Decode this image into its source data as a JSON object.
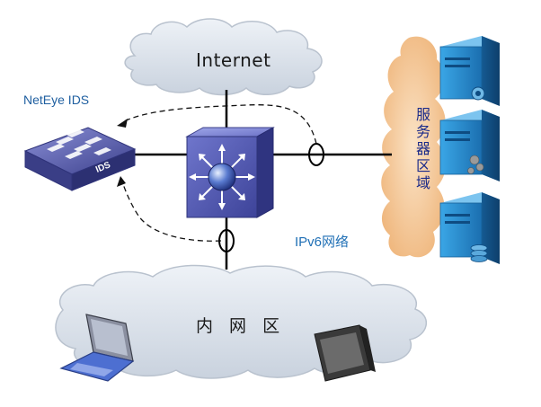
{
  "labels": {
    "internet": "Internet",
    "ids": "NetEye IDS",
    "ipv6": "IPv6网络",
    "intranet": "内 网 区",
    "server_zone": "服务器区域",
    "ids_device_text": "IDS"
  },
  "colors": {
    "cloud_fill": "#dce3ec",
    "server_zone_fill": "#f3c79a",
    "switch_face": "#5d63b8",
    "ids_body": "#5a5fa8",
    "server_blue": "#2a86c9",
    "link_line": "#000000",
    "ids_label": "#1f5fa0",
    "ipv6_label": "#1f6fb5",
    "server_label": "#1a2a8a"
  },
  "icons": {
    "core_switch": "layer3-switch-icon",
    "ids_device": "ids-appliance-icon",
    "servers": "server-tower-icon",
    "laptop": "laptop-icon",
    "monitor": "monitor-icon",
    "monitor_tap": "mirror-tap-icon"
  }
}
